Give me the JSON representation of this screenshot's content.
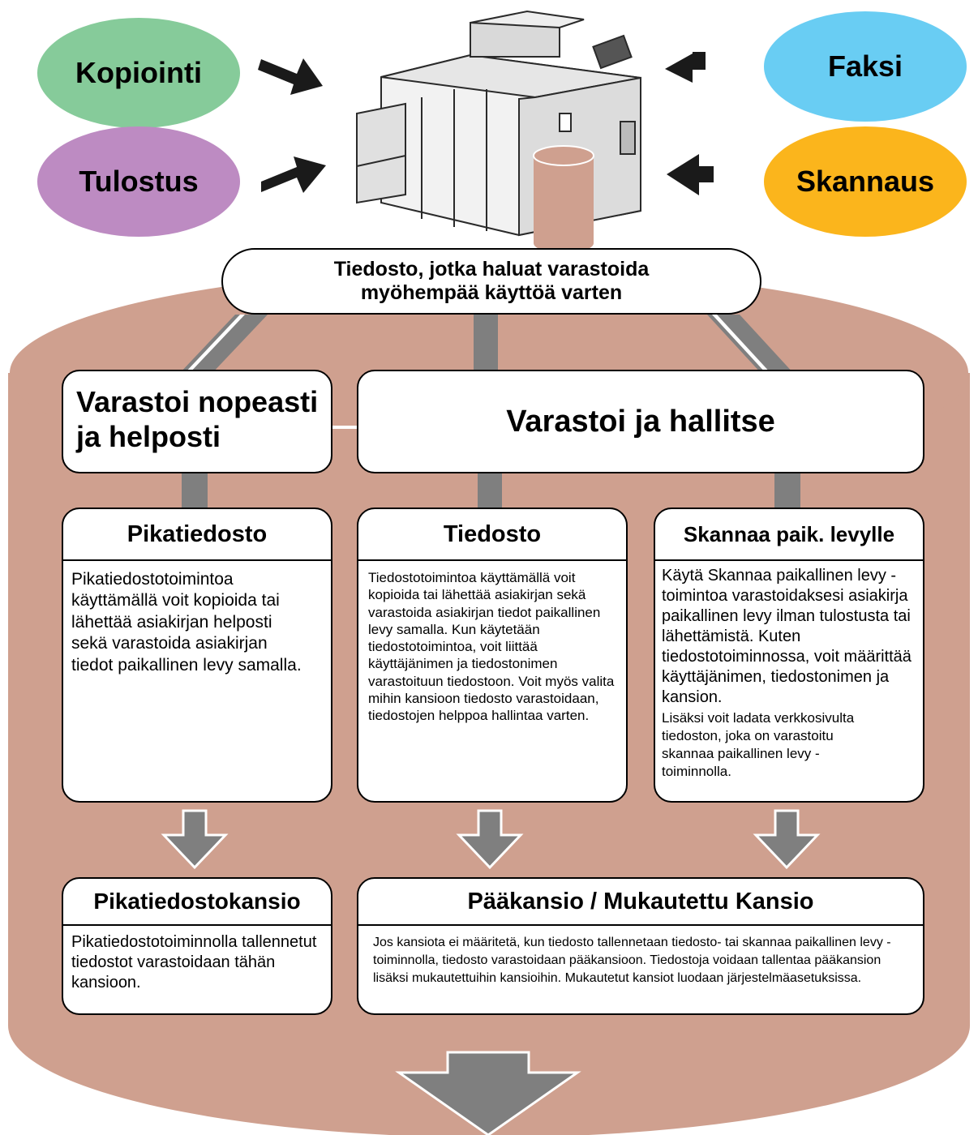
{
  "sources": {
    "copy": {
      "label": "Kopiointi",
      "color": "#86cb9a"
    },
    "fax": {
      "label": "Faksi",
      "color": "#69cdf3"
    },
    "print": {
      "label": "Tulostus",
      "color": "#bd8bc2"
    },
    "scan": {
      "label": "Skannaus",
      "color": "#fbb51c"
    }
  },
  "header": {
    "line1": "Tiedosto, jotka haluat varastoida",
    "line2": "myöhempää käyttöä varten"
  },
  "quick_store": {
    "line1": "Varastoi nopeasti",
    "line2": "ja helposti"
  },
  "store_manage": {
    "label": "Varastoi ja hallitse"
  },
  "cards": {
    "quick_file": {
      "title": "Pikatiedosto",
      "text": "Pikatiedostotoimintoa käyttämällä voit kopioida tai lähettää asiakirjan helposti sekä varastoida asiakirjan tiedot paikallinen levy samalla."
    },
    "file": {
      "title": "Tiedosto",
      "text": "Tiedostotoimintoa käyttämällä voit kopioida tai lähettää asiakirjan sekä varastoida asiakirjan tiedot paikallinen levy samalla. Kun käytetään tiedostotoimintoa, voit liittää käyttäjänimen ja tiedostonimen varastoituun tiedostoon. Voit myös valita mihin kansioon tiedosto varastoidaan, tiedostojen helppoa hallintaa varten."
    },
    "scan_disk": {
      "title": "Skannaa paik. levylle",
      "text_main": "Käytä Skannaa paikallinen levy -toimintoa varastoidaksesi asiakirja paikallinen levy ilman tulostusta tai lähettämistä. Kuten tiedostotoiminnossa, voit määrittää käyttäjänimen, tiedostonimen ja kansion.",
      "text_extra": "Lisäksi voit ladata verkkosivulta tiedoston, joka on varastoitu skannaa paikallinen levy -toiminnolla."
    }
  },
  "folders": {
    "quick_folder": {
      "title": "Pikatiedostokansio",
      "text": "Pikatiedostotoiminnolla tallennetut tiedostot varastoidaan tähän kansioon."
    },
    "main_folder": {
      "title": "Pääkansio / Mukautettu Kansio",
      "text": "Jos kansiota ei määritetä, kun tiedosto tallennetaan tiedosto- tai skannaa paikallinen levy -toiminnolla, tiedosto varastoidaan pääkansioon. Tiedostoja voidaan tallentaa pääkansion lisäksi mukautettuihin kansioihin. Mukautetut kansiot luodaan järjestelmäasetuksissa."
    }
  },
  "colors": {
    "cylinder": "#cfa08f",
    "arrow_gray": "#7f7f7f",
    "arrow_dark": "#1a1a1a"
  }
}
